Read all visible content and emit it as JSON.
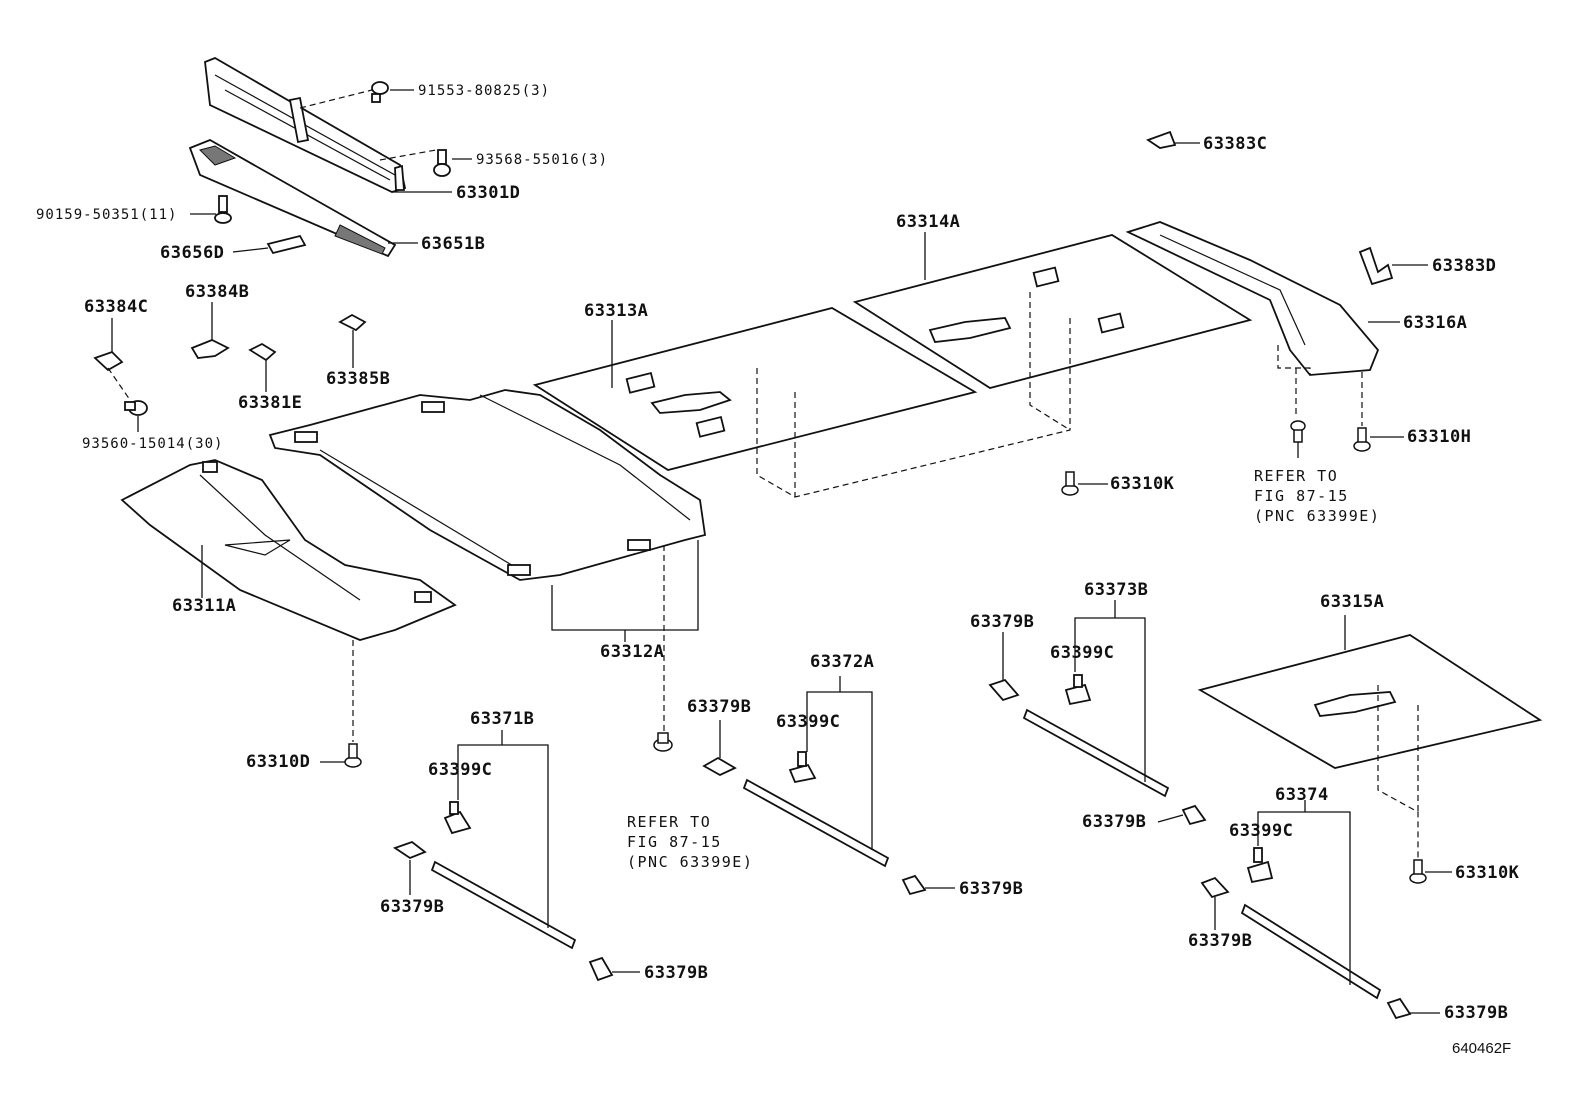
{
  "labels": {
    "p91553": "91553-80825(3)",
    "p93568": "93568-55016(3)",
    "p63301D": "63301D",
    "p90159": "90159-50351(11)",
    "p63656D": "63656D",
    "p63651B": "63651B",
    "p63384C": "63384C",
    "p63384B": "63384B",
    "p63381E": "63381E",
    "p63385B": "63385B",
    "p93560": "93560-15014(30)",
    "p63313A": "63313A",
    "p63314A": "63314A",
    "p63383C": "63383C",
    "p63383D": "63383D",
    "p63316A": "63316A",
    "p63310H": "63310H",
    "p63310K_top": "63310K",
    "p63311A": "63311A",
    "p63312A": "63312A",
    "p63310D": "63310D",
    "p63371B": "63371B",
    "p63399C_1": "63399C",
    "p63379B_1": "63379B",
    "p63379B_2": "63379B",
    "p63372A": "63372A",
    "p63379B_3": "63379B",
    "p63399C_2": "63399C",
    "p63379B_4": "63379B",
    "p63373B": "63373B",
    "p63379B_5": "63379B",
    "p63399C_3": "63399C",
    "p63379B_6": "63379B",
    "p63315A": "63315A",
    "p63374": "63374",
    "p63399C_4": "63399C",
    "p63310K_bottom": "63310K",
    "p63379B_7": "63379B",
    "p63379B_8": "63379B"
  },
  "references": {
    "ref_right": [
      "REFER TO",
      "FIG 87-15",
      "(PNC 63399E)"
    ],
    "ref_center": [
      "REFER TO",
      "FIG 87-15",
      "(PNC 63399E)"
    ]
  },
  "figure_code": "640462F"
}
